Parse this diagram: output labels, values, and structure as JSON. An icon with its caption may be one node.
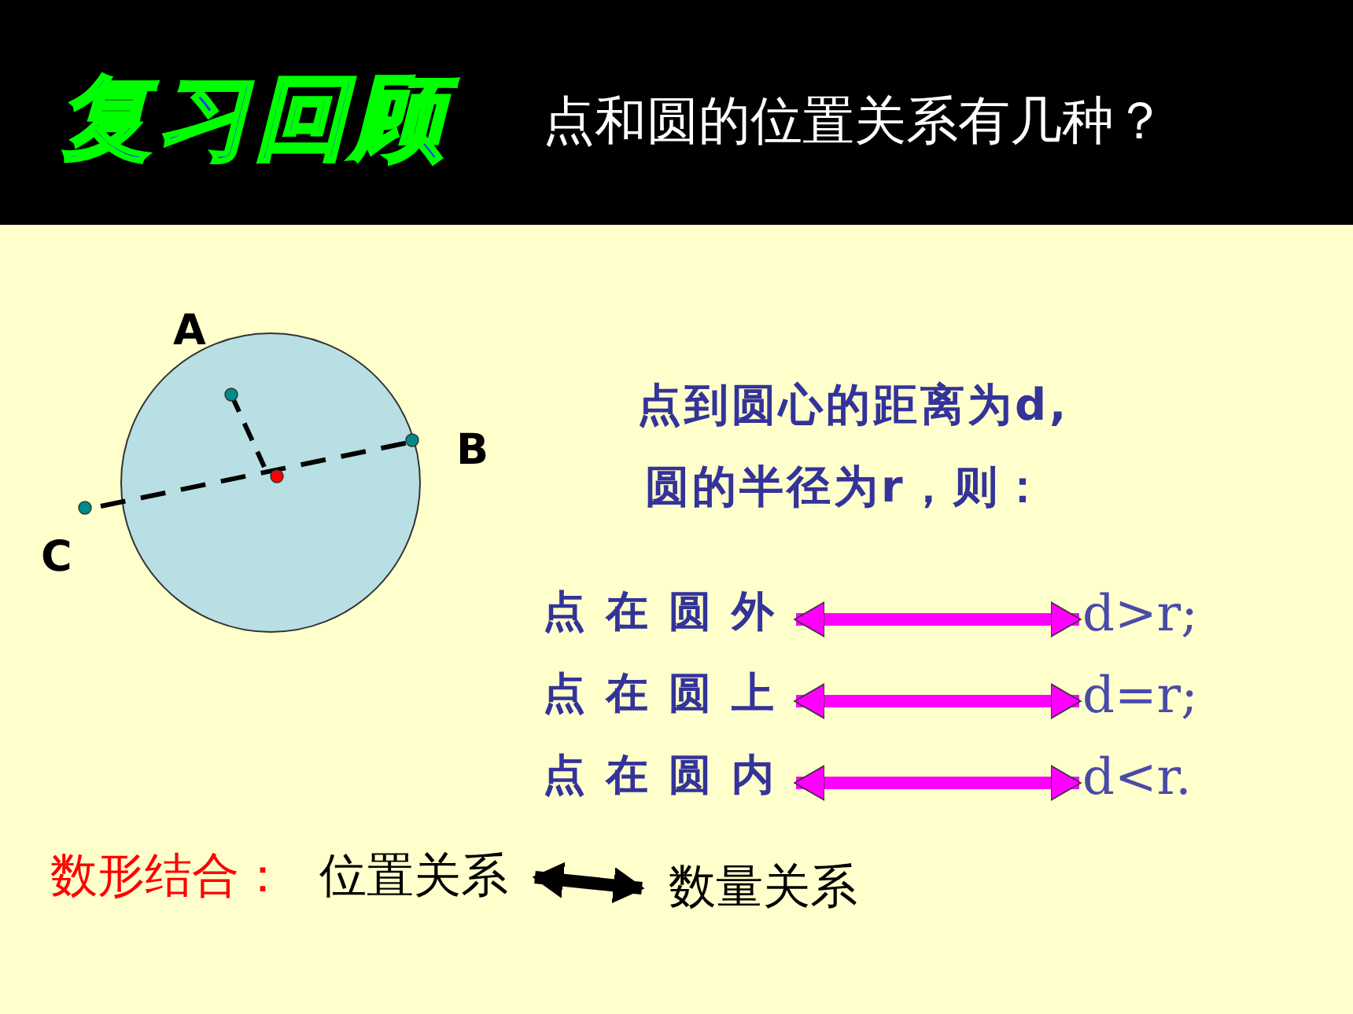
{
  "diagram": {
    "title": "复习回顾",
    "nodes": [
      {
        "text": [
          "点在圆外"
        ]
      },
      {
        "text": [
          "d>r;"
        ]
      },
      {
        "text": [
          "点在圆上"
        ]
      },
      {
        "text": [
          "d=r;"
        ]
      },
      {
        "text": [
          "点在圆内"
        ]
      },
      {
        "text": [
          "d<r."
        ]
      },
      {
        "text": [
          "位置关系"
        ]
      },
      {
        "text": [
          "数量关系"
        ]
      }
    ],
    "edges": [
      {
        "from": 0,
        "to": 1,
        "arrow": "both"
      },
      {
        "from": 2,
        "to": 3,
        "arrow": "both"
      },
      {
        "from": 4,
        "to": 5,
        "arrow": "both"
      },
      {
        "from": 6,
        "to": 7,
        "arrow": "both",
        "color": "#000000"
      }
    ],
    "labels": [
      "点和圆的位置关系有几种？",
      "A",
      "B",
      "C",
      "点到圆心的距离为d,",
      "圆的半径为r，则：",
      "数形结合："
    ]
  }
}
